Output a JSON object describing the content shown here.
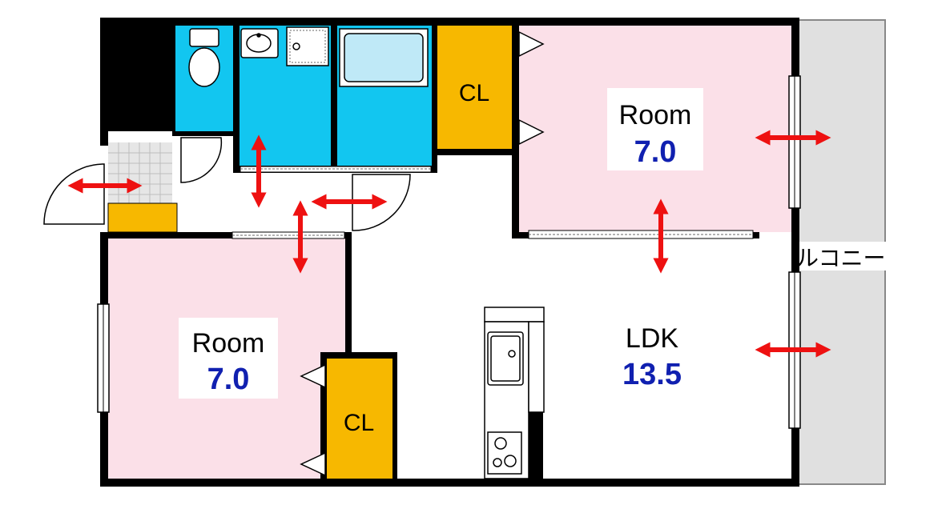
{
  "rooms": {
    "room_top": {
      "label": "Room",
      "size": "7.0"
    },
    "room_left": {
      "label": "Room",
      "size": "7.0"
    },
    "ldk": {
      "label": "LDK",
      "size": "13.5"
    }
  },
  "closets": {
    "top": "CL",
    "bottom": "CL"
  },
  "balcony": {
    "label": "バルコニー"
  },
  "colors": {
    "wall": "#000000",
    "room_fill": "#fbe0e8",
    "wet_area": "#12c6f0",
    "closet": "#f7b800",
    "balcony": "#e0e0e0",
    "arrow": "#ee1111",
    "size_text": "#1020b0"
  }
}
